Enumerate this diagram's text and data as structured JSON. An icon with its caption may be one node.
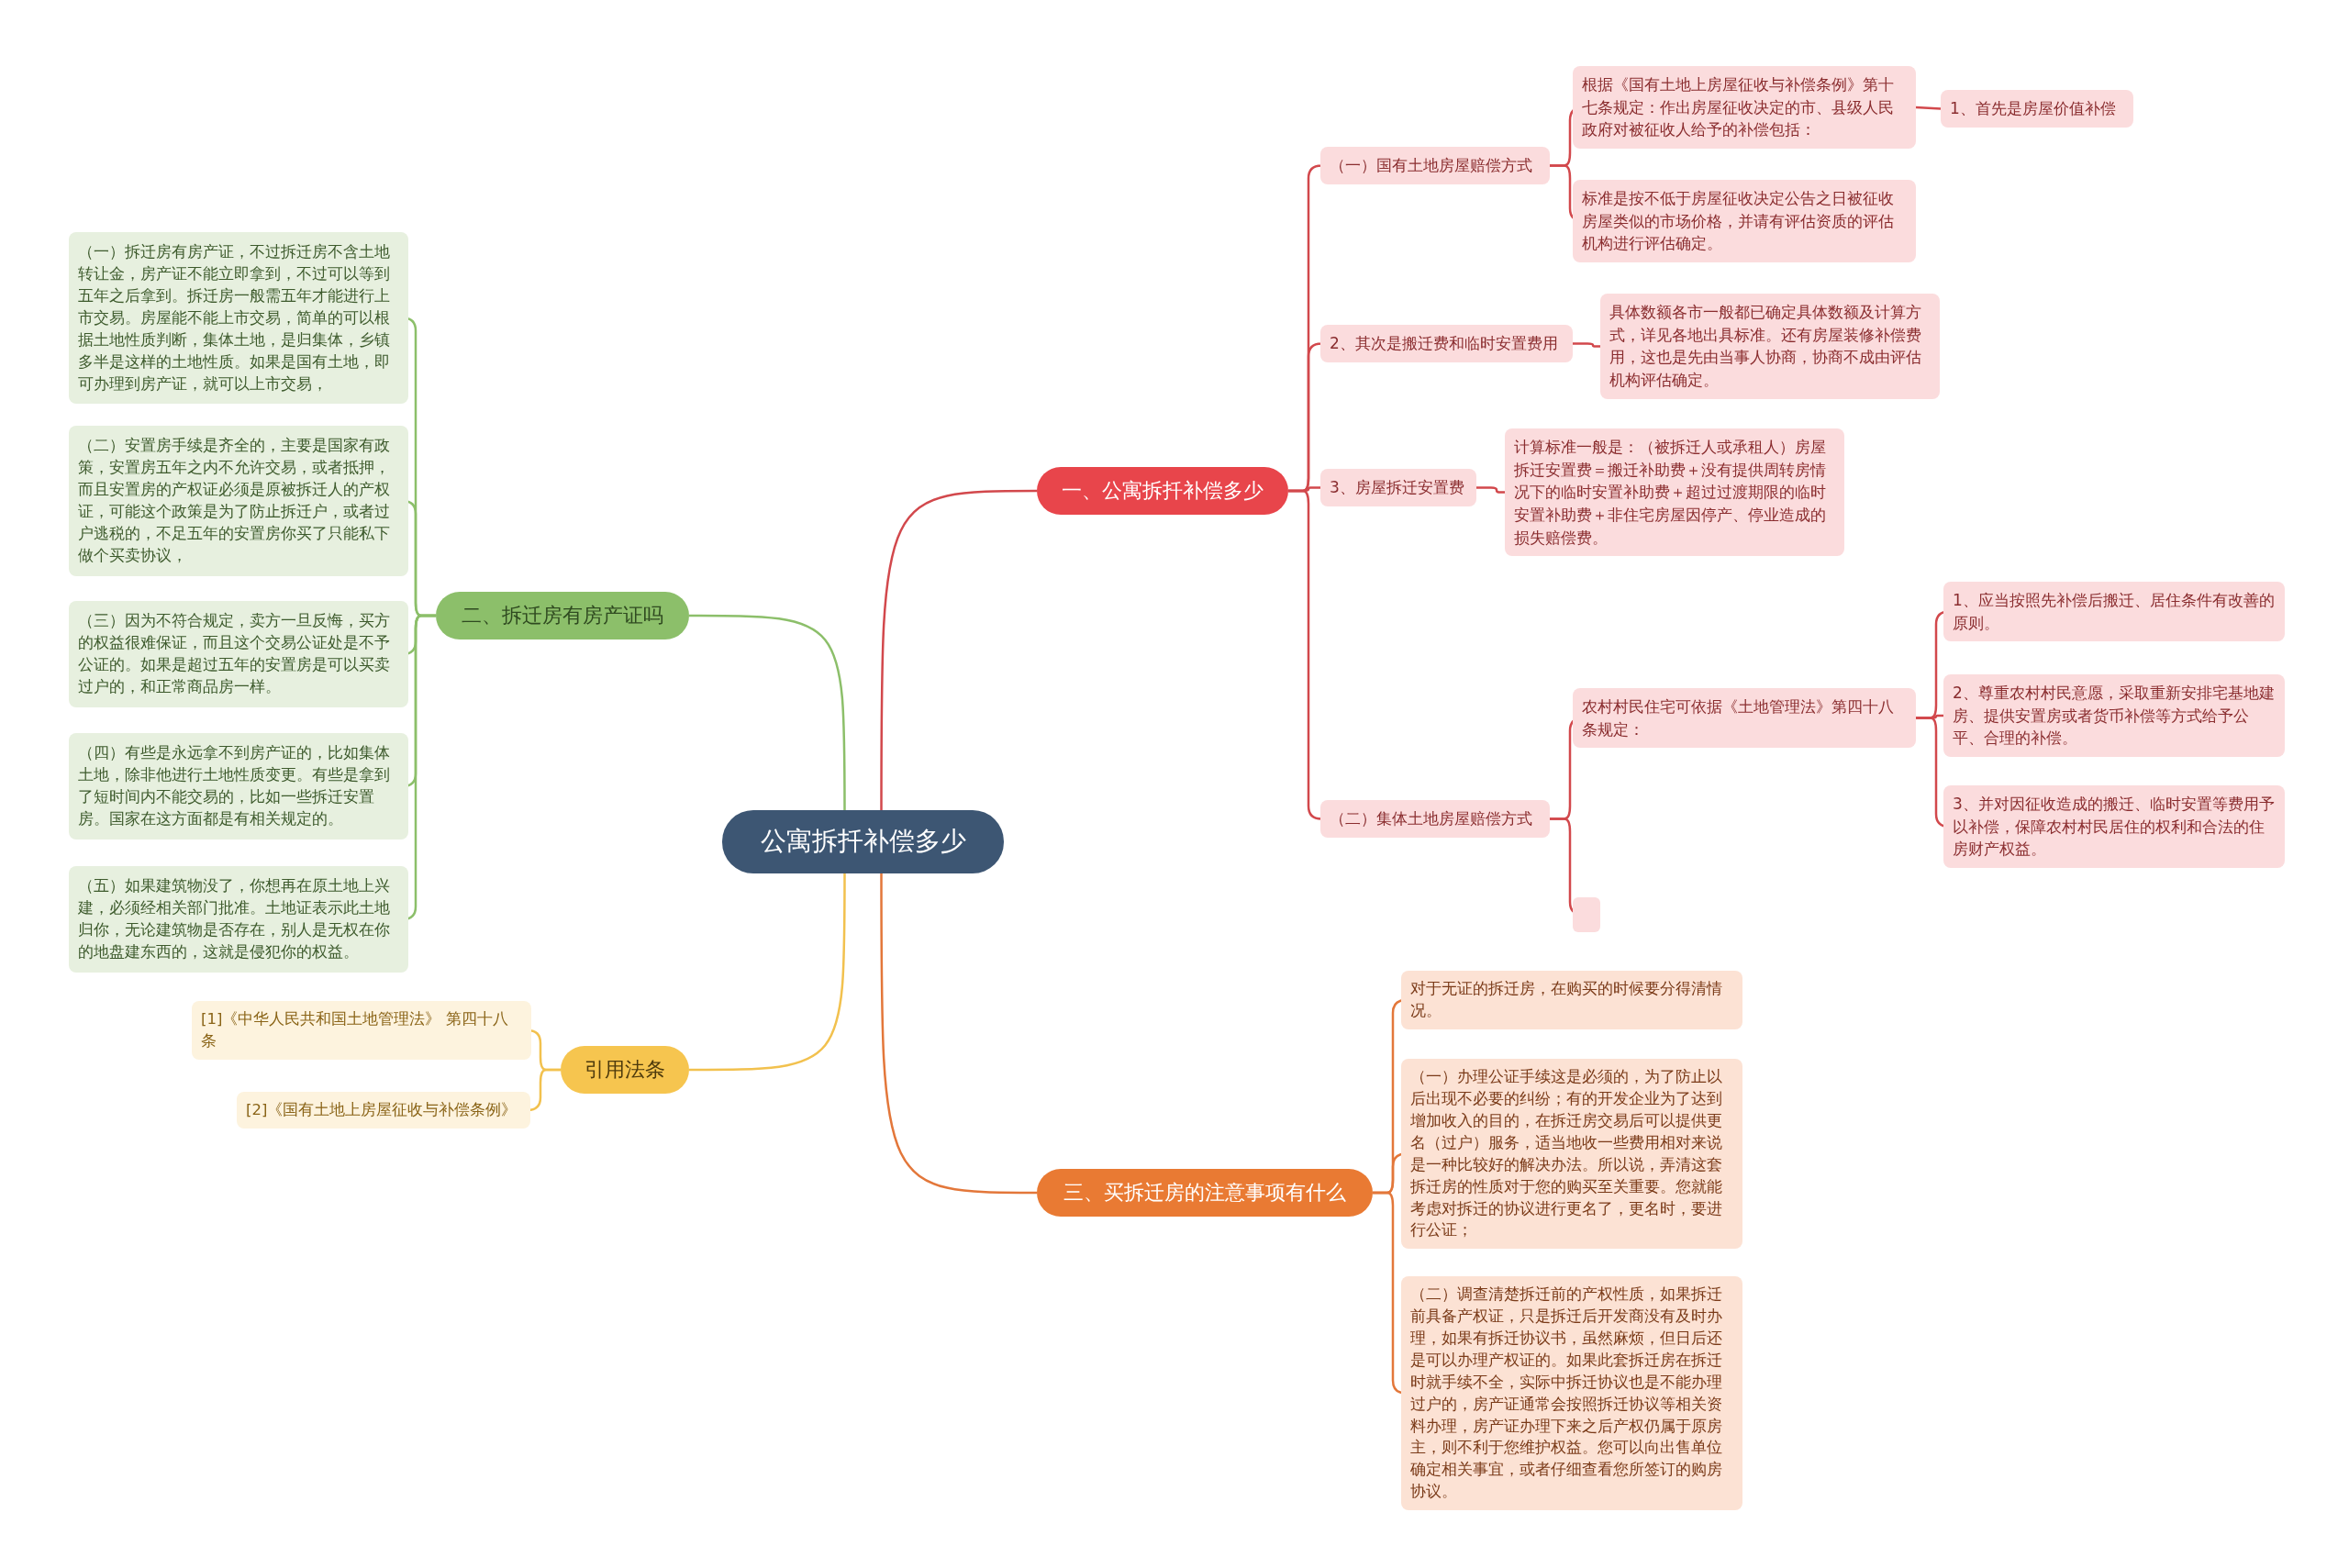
{
  "diagram": {
    "nodes": [
      {
        "text": [
          "公寓拆扦补偿多少"
        ]
      },
      {
        "text": [
          "一、公寓拆扦补偿多少"
        ]
      },
      {
        "text": [
          "（一）国有土地房屋赔偿方式"
        ]
      },
      {
        "text": [
          "根据《国有土地上房屋征收与补偿条例》第十七条规定：作出房屋征收决定的市、县级人民政府对被征收人给予的补偿包括："
        ]
      },
      {
        "text": [
          "1、首先是房屋价值补偿"
        ]
      },
      {
        "text": [
          "标准是按不低于房屋征收决定公告之日被征收房屋类似的市场价格，并请有评估资质的评估机构进行评估确定。"
        ]
      },
      {
        "text": [
          "2、其次是搬迁费和临时安置费用"
        ]
      },
      {
        "text": [
          "具体数额各市一般都已确定具体数额及计算方式，详见各地出具标准。还有房屋装修补偿费用，这也是先由当事人协商，协商不成由评估机构评估确定。"
        ]
      },
      {
        "text": [
          "3、房屋拆迁安置费"
        ]
      },
      {
        "text": [
          "计算标准一般是：（被拆迁人或承租人）房屋拆迁安置费＝搬迁补助费＋没有提供周转房情况下的临时安置补助费＋超过过渡期限的临时安置补助费＋非住宅房屋因停产、停业造成的损失赔偿费。"
        ]
      },
      {
        "text": [
          "（二）集体土地房屋赔偿方式"
        ]
      },
      {
        "text": [
          "农村村民住宅可依据《土地管理法》第四十八条规定："
        ]
      },
      {
        "text": [
          "1、应当按照先补偿后搬迁、居住条件有改善的原则。"
        ]
      },
      {
        "text": [
          "2、尊重农村村民意愿，采取重新安排宅基地建房、提供安置房或者货币补偿等方式给予公平、合理的补偿。"
        ]
      },
      {
        "text": [
          "3、并对因征收造成的搬迁、临时安置等费用予以补偿，保障农村村民居住的权利和合法的住房财产权益。"
        ]
      },
      {
        "text": [],
        "shape": "box"
      },
      {
        "text": [
          "二、拆迁房有房产证吗"
        ]
      },
      {
        "text": [
          "（一）拆迁房有房产证，不过拆迁房不含土地转让金，房产证不能立即拿到，不过可以等到五年之后拿到。拆迁房一般需五年才能进行上市交易。房屋能不能上市交易，简单的可以根据土地性质判断，集体土地，是归集体，乡镇多半是这样的土地性质。如果是国有土地，即可办理到房产证，就可以上市交易，"
        ]
      },
      {
        "text": [
          "（二）安置房手续是齐全的，主要是国家有政策，安置房五年之内不允许交易，或者抵押，而且安置房的产权证必须是原被拆迁人的产权证，可能这个政策是为了防止拆迁户，或者过户逃税的，不足五年的安置房你买了只能私下做个买卖协议，"
        ]
      },
      {
        "text": [
          "（三）因为不符合规定，卖方一旦反悔，买方的权益很难保证，而且这个交易公证处是不予公证的。如果是超过五年的安置房是可以买卖过户的，和正常商品房一样。"
        ]
      },
      {
        "text": [
          "（四）有些是永远拿不到房产证的，比如集体土地，除非他进行土地性质变更。有些是拿到了短时间内不能交易的，比如一些拆迁安置房。国家在这方面都是有相关规定的。"
        ]
      },
      {
        "text": [
          "（五）如果建筑物没了，你想再在原土地上兴建，必须经相关部门批准。土地证表示此土地归你，无论建筑物是否存在，别人是无权在你的地盘建东西的，这就是侵犯你的权益。"
        ]
      },
      {
        "text": [
          "引用法条"
        ]
      },
      {
        "text": [
          "[1]《中华人民共和国土地管理法》 第四十八条"
        ]
      },
      {
        "text": [
          "[2]《国有土地上房屋征收与补偿条例》"
        ]
      },
      {
        "text": [
          "三、买拆迁房的注意事项有什么"
        ]
      },
      {
        "text": [
          "对于无证的拆迁房，在购买的时候要分得清情况。"
        ]
      },
      {
        "text": [
          "（一）办理公证手续这是必须的，为了防止以后出现不必要的纠纷；有的开发企业为了达到增加收入的目的，在拆迁房交易后可以提供更名（过户）服务，适当地收一些费用相对来说是一种比较好的解决办法。所以说，弄清这套拆迁房的性质对于您的购买至关重要。您就能考虑对拆迁的协议进行更名了，更名时，要进行公证；"
        ]
      },
      {
        "text": [
          "（二）调查清楚拆迁前的产权性质，如果拆迁前具备产权证，只是拆迁后开发商没有及时办理，如果有拆迁协议书，虽然麻烦，但日后还是可以办理产权证的。如果此套拆迁房在拆迁时就手续不全，实际中拆迁协议也是不能办理过户的，房产证通常会按照拆迁协议等相关资料办理，房产证办理下来之后产权仍属于原房主，则不利于您维护权益。您可以向出售单位确定相关事宜，或者仔细查看您所签订的购房协议。"
        ]
      }
    ],
    "edges": [
      {
        "from": 0,
        "to": 1,
        "arrow": "none"
      },
      {
        "from": 1,
        "to": 2,
        "arrow": "none"
      },
      {
        "from": 2,
        "to": 3,
        "arrow": "none"
      },
      {
        "from": 3,
        "to": 4,
        "arrow": "none"
      },
      {
        "from": 2,
        "to": 5,
        "arrow": "none"
      },
      {
        "from": 1,
        "to": 6,
        "arrow": "none"
      },
      {
        "from": 6,
        "to": 7,
        "arrow": "none"
      },
      {
        "from": 1,
        "to": 8,
        "arrow": "none"
      },
      {
        "from": 8,
        "to": 9,
        "arrow": "none"
      },
      {
        "from": 1,
        "to": 10,
        "arrow": "none"
      },
      {
        "from": 10,
        "to": 11,
        "arrow": "none"
      },
      {
        "from": 11,
        "to": 12,
        "arrow": "none"
      },
      {
        "from": 11,
        "to": 13,
        "arrow": "none"
      },
      {
        "from": 11,
        "to": 14,
        "arrow": "none"
      },
      {
        "from": 10,
        "to": 15,
        "arrow": "none"
      },
      {
        "from": 0,
        "to": 16,
        "arrow": "none",
        "color": "#8cbf6a"
      },
      {
        "from": 16,
        "to": 17,
        "arrow": "none",
        "color": "#8cbf6a"
      },
      {
        "from": 16,
        "to": 18,
        "arrow": "none",
        "color": "#8cbf6a"
      },
      {
        "from": 16,
        "to": 19,
        "arrow": "none",
        "color": "#8cbf6a"
      },
      {
        "from": 16,
        "to": 20,
        "arrow": "none",
        "color": "#8cbf6a"
      },
      {
        "from": 16,
        "to": 21,
        "arrow": "none",
        "color": "#8cbf6a"
      },
      {
        "from": 0,
        "to": 22,
        "arrow": "none",
        "color": "#f2c14e"
      },
      {
        "from": 22,
        "to": 23,
        "arrow": "none",
        "color": "#f2c14e"
      },
      {
        "from": 22,
        "to": 24,
        "arrow": "none",
        "color": "#f2c14e"
      },
      {
        "from": 0,
        "to": 25,
        "arrow": "none",
        "color": "#e3773a"
      },
      {
        "from": 25,
        "to": 26,
        "arrow": "none",
        "color": "#e3773a"
      },
      {
        "from": 25,
        "to": 27,
        "arrow": "none",
        "color": "#e3773a"
      },
      {
        "from": 25,
        "to": 28,
        "arrow": "none",
        "color": "#e3773a"
      }
    ]
  }
}
